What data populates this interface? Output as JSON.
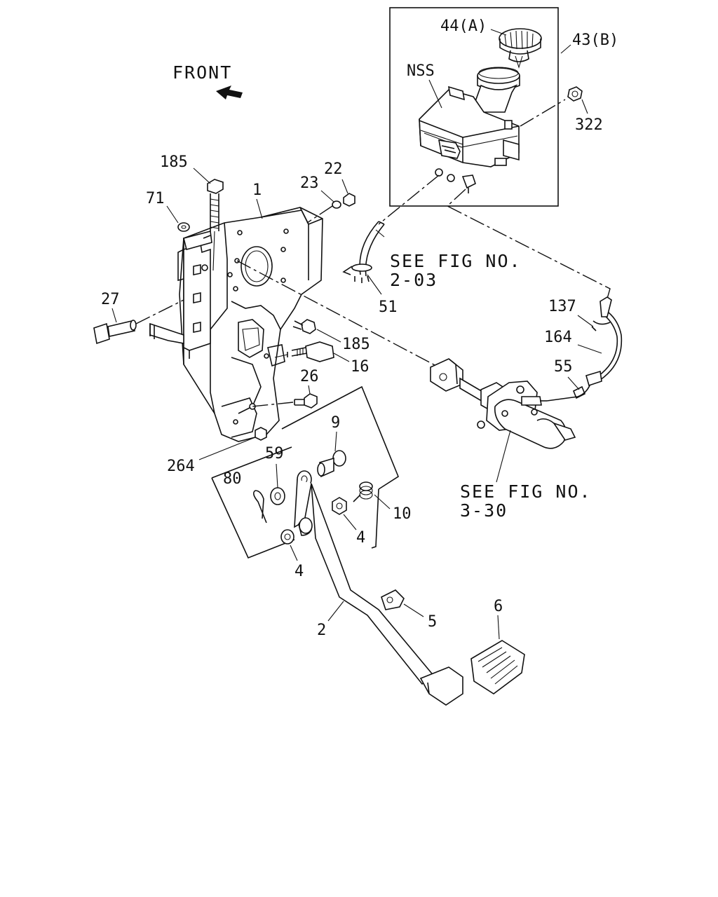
{
  "colors": {
    "ink": "#111111",
    "paper": "#ffffff"
  },
  "labels": {
    "front": "FRONT",
    "p44a": "44(A)",
    "p43b": "43(B)",
    "nss": "NSS",
    "p322": "322",
    "p185a": "185",
    "p22": "22",
    "p23": "23",
    "p1": "1",
    "p71": "71",
    "p27": "27",
    "see1_line1": "SEE FIG NO.",
    "see1_line2": "2-03",
    "p51": "51",
    "p137": "137",
    "p164": "164",
    "p55": "55",
    "p185b": "185",
    "p16": "16",
    "p26": "26",
    "p264": "264",
    "p9": "9",
    "p59": "59",
    "p80": "80",
    "p10": "10",
    "p4a": "4",
    "p4b": "4",
    "see2_line1": "SEE FIG NO.",
    "see2_line2": "3-30",
    "p6": "6",
    "p5": "5",
    "p2": "2"
  }
}
